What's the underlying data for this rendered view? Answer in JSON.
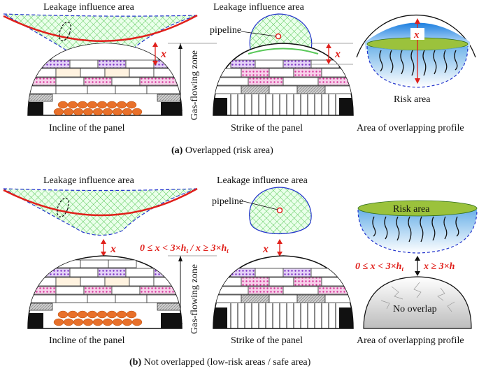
{
  "top": {
    "leakage_left": "Leakage influence area",
    "leakage_mid": "Leakage influence area",
    "pipeline": "pipeline",
    "x_mark": "x",
    "gas_zone": "Gas-flowing zone",
    "incline": "Incline of the panel",
    "strike": "Strike of the panel",
    "profile": "Area of overlapping profile",
    "risk": "Risk area",
    "caption_bold": "(a)",
    "caption_rest": " Overlapped (risk area)"
  },
  "bottom": {
    "leakage_left": "Leakage influence area",
    "leakage_mid": "Leakage influence area",
    "pipeline": "pipeline",
    "x_mark": "x",
    "condition": "0 ≤ x < 3×h",
    "condition_sub": "t",
    "condition_sep": " / x ≥ 3×h",
    "condition_sub2": "t",
    "gas_zone": "Gas-flowing zone",
    "incline": "Incline of the panel",
    "strike": "Strike of the panel",
    "profile": "Area of overlapping profile",
    "risk": "Risk area",
    "no_overlap": "No overlap",
    "cond2_left": "0 ≤ x < 3×h",
    "cond2_sub": "t",
    "cond2_right": "x ≥ 3×h",
    "caption_bold": "(b)",
    "caption_rest": " Not overlapped (low-risk areas / safe area)"
  },
  "colors": {
    "mesh": "#5fd35f",
    "pipe": "#e0201b",
    "dash": "#2233cc",
    "rock_pink": "#e75fb3",
    "rock_purple": "#8a3fd1",
    "gob": "#e8702a",
    "green_cap": "#9bc23c",
    "sky": "#2b8fe0"
  }
}
